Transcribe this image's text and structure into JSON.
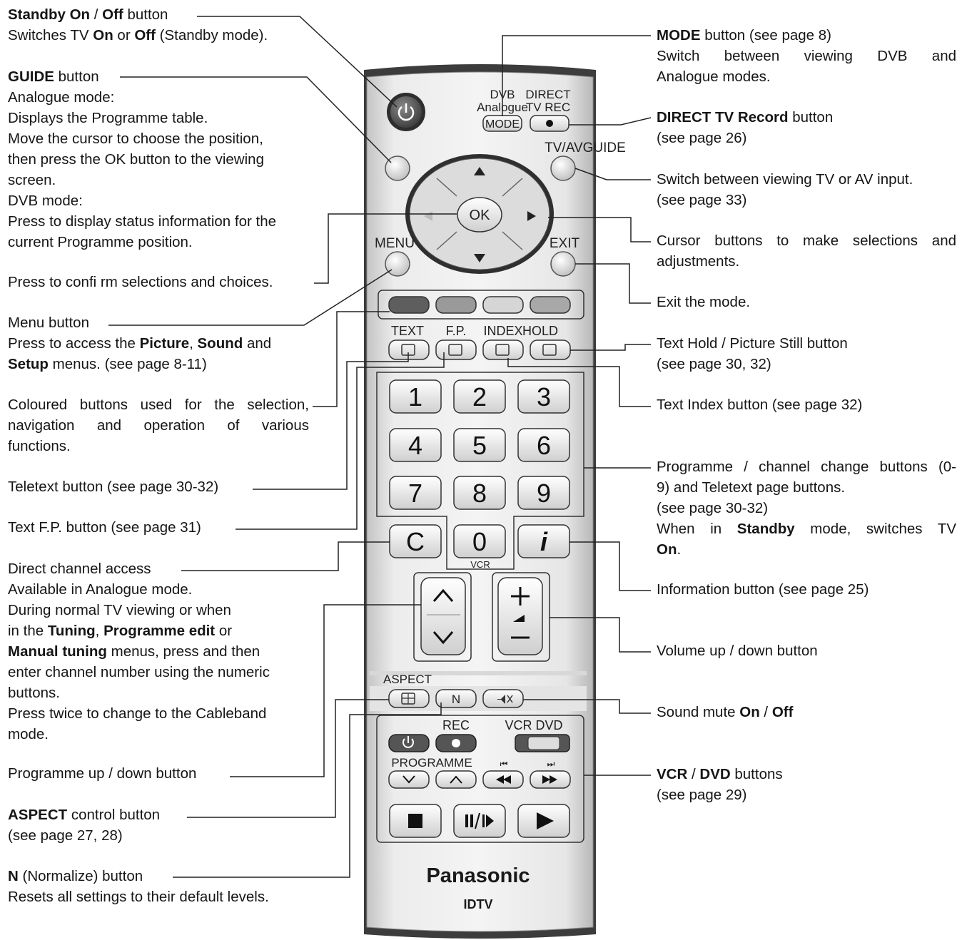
{
  "left": {
    "standby": {
      "b1": "Standby On",
      "t1": " / ",
      "b2": "Off",
      "t2": " button",
      "l2a": "Switches TV ",
      "l2b": "On",
      "l2c": " or ",
      "l2d": "Off",
      "l2e": " (Standby mode)."
    },
    "guide": {
      "b": "GUIDE",
      "t": " button",
      "lines": [
        "Analogue mode:",
        "Displays the Programme table.",
        "Move the cursor to choose the position,",
        "then press the OK button to the viewing",
        "screen.",
        "DVB mode:",
        "Press to display status information for the",
        "current Programme position."
      ]
    },
    "ok": "Press to confi rm selections and choices.",
    "menu": {
      "t1": "Menu button",
      "l2a": "Press to access the ",
      "l2b": "Picture",
      "l2c": ", ",
      "l2d": "Sound",
      "l2e": " and",
      "l3a": "Setup",
      "l3b": " menus. (see page 8-11)"
    },
    "coloured": [
      "Coloured buttons used for the selection,",
      "navigation and operation of various",
      "functions."
    ],
    "teletext": "Teletext button (see page 30-32)",
    "textfp": "Text F.P. button (see page 31)",
    "direct": {
      "l1": "Direct channel access",
      "l2": "Available in Analogue mode.",
      "l3": "During normal TV viewing or when",
      "l4a": "in the ",
      "l4b": "Tuning",
      "l4c": ", ",
      "l4d": "Programme edit",
      "l4e": " or",
      "l5a": "Manual tuning",
      "l5b": " menus, press and then",
      "l6": "enter channel number using the numeric",
      "l7": "buttons.",
      "l8": "Press twice to change to the Cableband",
      "l9": "mode."
    },
    "progupdown": "Programme up / down button",
    "aspect": {
      "b": "ASPECT",
      "t": " control button",
      "l2": "(see page 27, 28)"
    },
    "normalize": {
      "b": "N",
      "t": " (Normalize) button",
      "l2": "Resets all settings to their default levels."
    }
  },
  "right": {
    "mode": {
      "b": "MODE",
      "t": " button (see page 8)",
      "l2": "Switch between viewing DVB and",
      "l3": "Analogue modes."
    },
    "directrec": {
      "b": "DIRECT TV Record",
      "t": " button",
      "l2": "(see page 26)"
    },
    "tvav": {
      "l1": "Switch between viewing TV or AV input.",
      "l2": "(see page 33)"
    },
    "cursor": {
      "l1": "Cursor buttons to make selections and",
      "l2": "adjustments."
    },
    "exit": "Exit the mode.",
    "hold": {
      "l1": "Text Hold / Picture Still button",
      "l2": "(see page 30, 32)"
    },
    "index": "Text Index button (see page 32)",
    "numbers": {
      "l1": "Programme / channel change buttons (0-",
      "l2": "9) and Teletext page buttons.",
      "l3": "(see page 30-32)",
      "l4a": "When in ",
      "l4b": "Standby",
      "l4c": " mode, switches TV",
      "l5": "On",
      "l5b": "."
    },
    "info": "Information button (see page 25)",
    "volume": "Volume up / down button",
    "mute": {
      "t1": "Sound mute ",
      "b1": "On",
      "t2": " / ",
      "b2": "Off"
    },
    "vcr": {
      "b1": "VCR",
      "t1": " / ",
      "b2": "DVD",
      "t2": " buttons",
      "l2": "(see page 29)"
    }
  },
  "remote": {
    "dvb": "DVB",
    "analogue": "Analogue",
    "mode": "MODE",
    "direct": "DIRECT",
    "tvrec": "TV REC",
    "tvav": "TV/AV",
    "guide": "GUIDE",
    "ok": "OK",
    "menu": "MENU",
    "exit": "EXIT",
    "text": "TEXT",
    "fp": "F.P.",
    "index": "INDEX",
    "hold": "HOLD",
    "digits": [
      "1",
      "2",
      "3",
      "4",
      "5",
      "6",
      "7",
      "8",
      "9"
    ],
    "c": "C",
    "zero": "0",
    "vcr_label": "VCR",
    "info": "i",
    "aspect": "ASPECT",
    "n": "N",
    "rec": "REC",
    "vcrdvd": "VCR DVD",
    "programme": "PROGRAMME",
    "brand": "Panasonic",
    "model": "IDTV",
    "colors": {
      "red": "#5e5e5e",
      "green": "#9a9a9a",
      "yellow": "#d6d6d6",
      "blue": "#a8a8a8"
    }
  }
}
